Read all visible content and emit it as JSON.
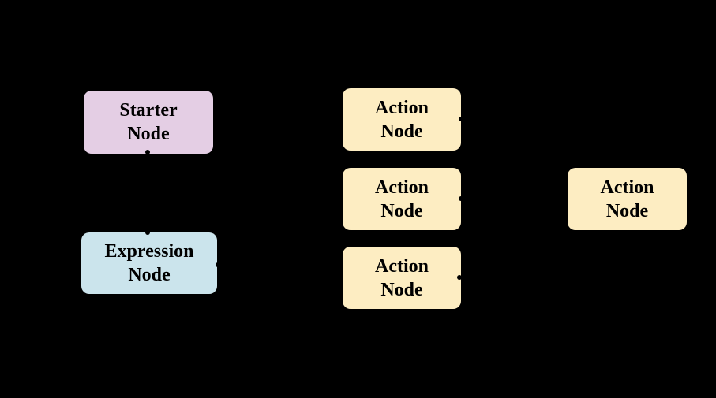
{
  "diagram": {
    "background_color": "#000000",
    "text_color": "#000000",
    "palette": {
      "starter_fill": "#e4cee4",
      "expression_fill": "#cbe4ec",
      "action_fill": "#fdedc2"
    },
    "nodes": [
      {
        "id": "starter-node",
        "type": "starter",
        "lines": [
          "Starter",
          "Node"
        ]
      },
      {
        "id": "expression-node",
        "type": "expression",
        "lines": [
          "Expression",
          "Node"
        ]
      },
      {
        "id": "action-node-1",
        "type": "action",
        "lines": [
          "Action",
          "Node"
        ]
      },
      {
        "id": "action-node-2",
        "type": "action",
        "lines": [
          "Action",
          "Node"
        ]
      },
      {
        "id": "action-node-3",
        "type": "action",
        "lines": [
          "Action",
          "Node"
        ]
      },
      {
        "id": "action-node-4",
        "type": "action",
        "lines": [
          "Action",
          "Node"
        ]
      }
    ]
  }
}
